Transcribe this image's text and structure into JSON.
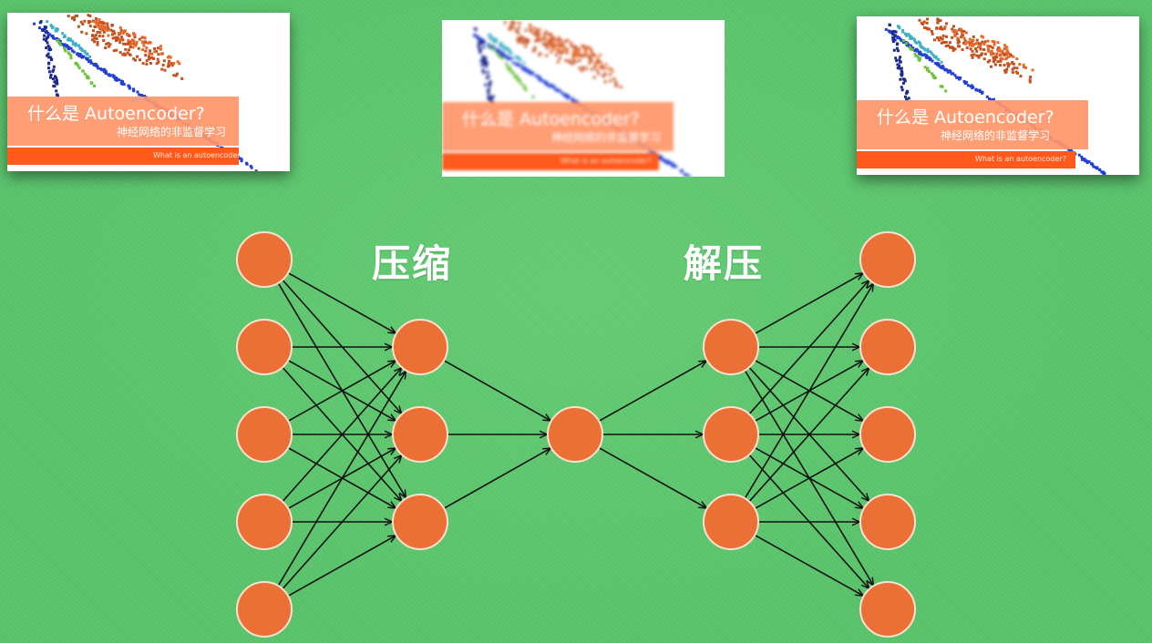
{
  "thumbnails": [
    {
      "id": "left",
      "title": "什么是 Autoencoder?",
      "subtitle": "神经网络的非监督学习",
      "caption": "What is an autoencoder?"
    },
    {
      "id": "center",
      "title": "什么是 Autoencoder?",
      "subtitle": "神经网络的非监督学习",
      "caption": "What is an autoencoder?"
    },
    {
      "id": "right",
      "title": "什么是 Autoencoder?",
      "subtitle": "神经网络的非监督学习",
      "caption": "What is an autoencoder?"
    }
  ],
  "labels": {
    "compress": "压缩",
    "decompress": "解压"
  },
  "network": {
    "layers": [
      5,
      3,
      1,
      3,
      5
    ],
    "node_color": "#ea7036",
    "node_stroke": "#fde0cf",
    "arrow_color": "#111111"
  },
  "colors": {
    "background": "#5ac46c",
    "banner": "#ff9669",
    "bar": "#ff5a1c"
  }
}
